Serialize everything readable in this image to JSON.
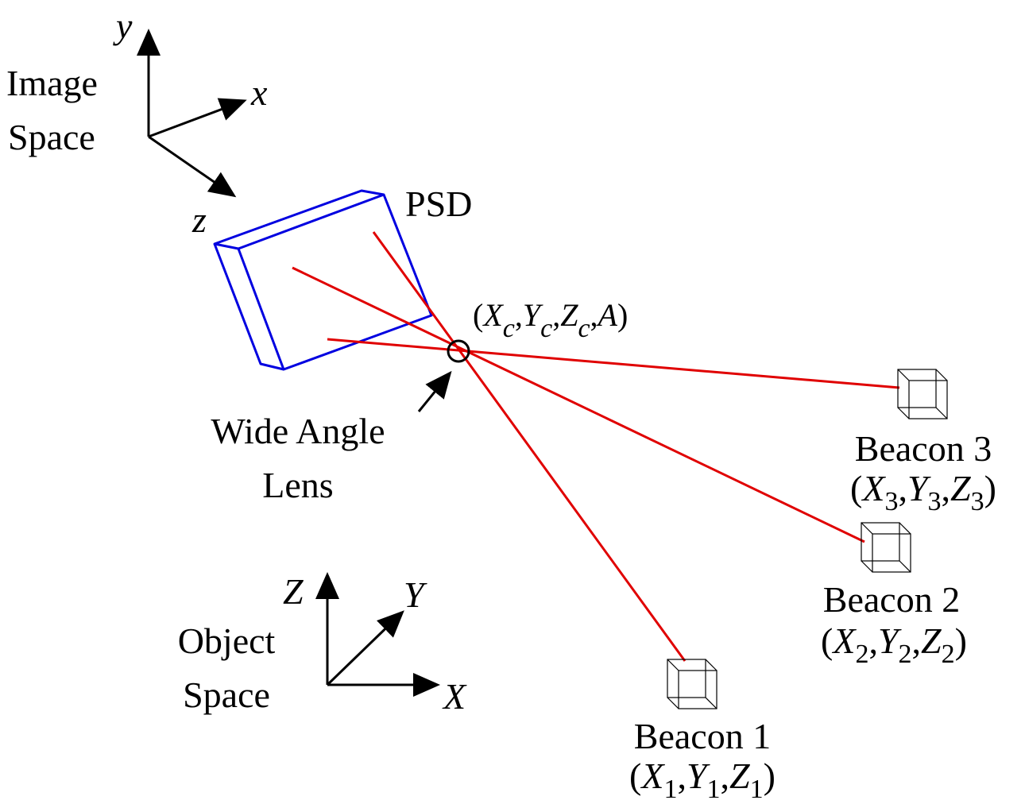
{
  "image_space": {
    "line1": "Image",
    "line2": "Space",
    "axis_x": "x",
    "axis_y": "y",
    "axis_z": "z"
  },
  "object_space": {
    "line1": "Object",
    "line2": "Space",
    "axis_x": "X",
    "axis_y": "Y",
    "axis_z": "Z"
  },
  "psd_label": "PSD",
  "lens": {
    "line1": "Wide Angle",
    "line2": "Lens"
  },
  "camera_coords": {
    "open": "(",
    "x": "X",
    "xs": "c",
    "y": "Y",
    "ys": "c",
    "z": "Z",
    "zs": "c",
    "a": "A",
    "close": ")"
  },
  "beacons": [
    {
      "name": "Beacon 1",
      "x": "X",
      "y": "Y",
      "z": "Z",
      "sub": "1"
    },
    {
      "name": "Beacon 2",
      "x": "X",
      "y": "Y",
      "z": "Z",
      "sub": "2"
    },
    {
      "name": "Beacon 3",
      "x": "X",
      "y": "Y",
      "z": "Z",
      "sub": "3"
    }
  ],
  "colors": {
    "rays": "#e00000",
    "psd": "#0000e0",
    "axes": "#000000"
  }
}
